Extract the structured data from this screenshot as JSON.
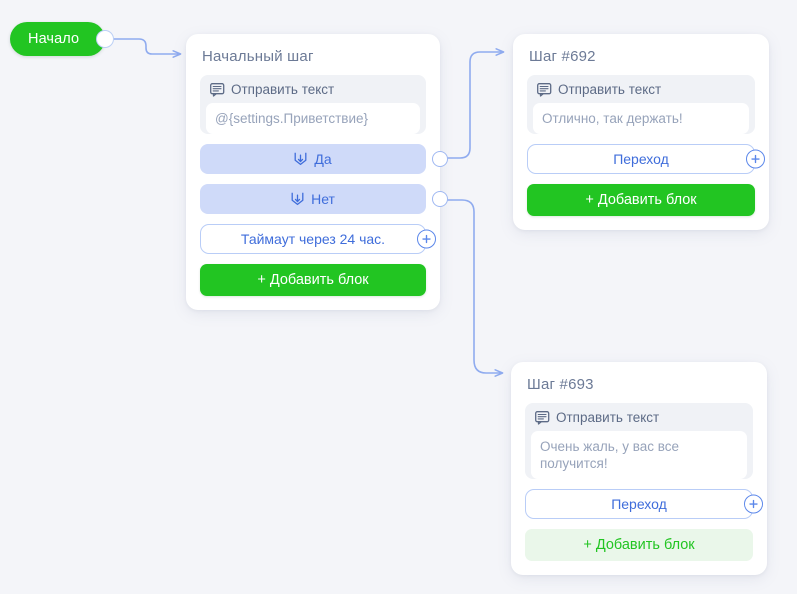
{
  "canvas": {
    "background": "#f4f5f9",
    "accent_blue": "#3f6ddb",
    "accent_green": "#22c522",
    "answer_fill": "#cfdaf9",
    "wire_color": "#8fabef"
  },
  "start": {
    "label": "Начало",
    "port_name": "start-output-port"
  },
  "cards": [
    {
      "id": "start-step",
      "title": "Начальный шаг",
      "text_block": {
        "icon": "message-icon",
        "header": "Отправить текст",
        "value": "@{settings.Приветствие}"
      },
      "answers": [
        {
          "icon": "input-arrow-icon",
          "label": "Да"
        },
        {
          "icon": "input-arrow-icon",
          "label": "Нет"
        }
      ],
      "pill": {
        "label": "Таймаут через 24 час.",
        "plus_icon": "plus-circle-icon"
      },
      "add_block": {
        "label": "+ Добавить блок",
        "style": "solid"
      }
    },
    {
      "id": "step-692",
      "title": "Шаг #692",
      "text_block": {
        "icon": "message-icon",
        "header": "Отправить текст",
        "value": "Отлично, так держать!"
      },
      "answers": [],
      "pill": {
        "label": "Переход",
        "plus_icon": "plus-circle-icon"
      },
      "add_block": {
        "label": "+ Добавить блок",
        "style": "solid"
      }
    },
    {
      "id": "step-693",
      "title": "Шаг #693",
      "text_block": {
        "icon": "message-icon",
        "header": "Отправить текст",
        "value": "Очень жаль, у вас все получится!"
      },
      "answers": [],
      "pill": {
        "label": "Переход",
        "plus_icon": "plus-circle-icon"
      },
      "add_block": {
        "label": "+ Добавить блок",
        "style": "ghost"
      }
    }
  ],
  "connections": [
    {
      "from": "start-output-port",
      "to": "start-step"
    },
    {
      "from": "answer-da-port",
      "to": "step-692"
    },
    {
      "from": "answer-net-port",
      "to": "step-693"
    }
  ]
}
